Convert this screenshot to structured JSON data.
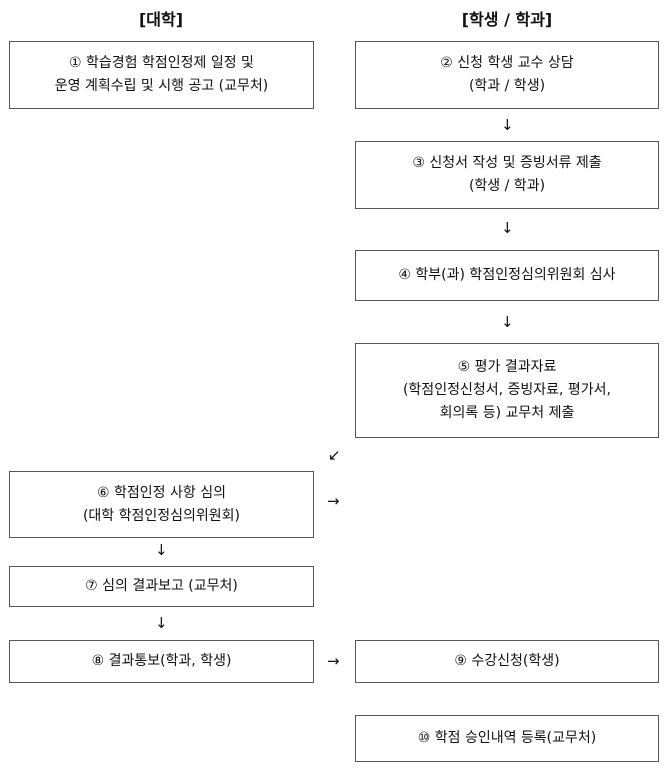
{
  "headers": {
    "university": "[대학]",
    "student_dept": "[학생 / 학과]"
  },
  "steps": [
    {
      "lines": [
        "① 학습경험 학점인정제 일정 및",
        "운영 계획수립 및 시행 공고 (교무처)"
      ]
    },
    {
      "lines": [
        "② 신청 학생 교수 상담",
        "(학과 / 학생)"
      ]
    },
    {
      "lines": [
        "③ 신청서 작성 및 증빙서류 제출",
        "(학생 / 학과)"
      ]
    },
    {
      "lines": [
        "④ 학부(과) 학점인정심의위원회 심사"
      ]
    },
    {
      "lines": [
        "⑤ 평가 결과자료",
        "(학점인정신청서, 증빙자료, 평가서,",
        "회의록 등) 교무처 제출"
      ]
    },
    {
      "lines": [
        "⑥ 학점인정 사항 심의",
        "(대학 학점인정심의위원회)"
      ]
    },
    {
      "lines": [
        "⑦ 심의 결과보고 (교무처)"
      ]
    },
    {
      "lines": [
        "⑧ 결과통보(학과, 학생)"
      ]
    },
    {
      "lines": [
        "⑨ 수강신청(학생)"
      ]
    },
    {
      "lines": [
        "⑩ 학점 승인내역 등록(교무처)"
      ]
    }
  ],
  "arrows": {
    "down": "↓",
    "diag": "↙",
    "right": "→"
  }
}
